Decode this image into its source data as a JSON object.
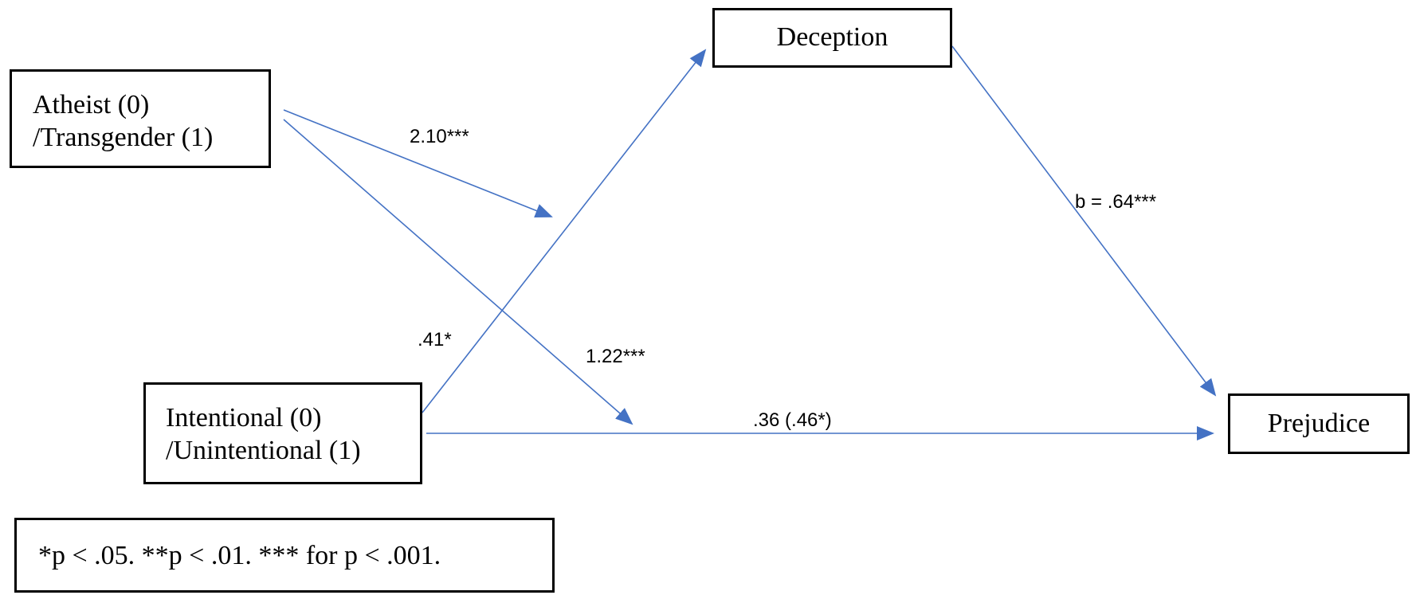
{
  "colors": {
    "arrow": "#4472C4",
    "box_border": "#000000",
    "text": "#000000",
    "background": "#FFFFFF"
  },
  "nodes": {
    "atheist_transgender": {
      "line1": "Atheist (0)",
      "line2": "/Transgender (1)"
    },
    "intentional_unintentional": {
      "line1": "Intentional (0)",
      "line2": "/Unintentional (1)"
    },
    "deception": {
      "label": "Deception"
    },
    "prejudice": {
      "label": "Prejudice"
    }
  },
  "paths": {
    "atheist_to_deception_path": "2.10***",
    "atheist_to_direct_path": "1.22***",
    "intentional_to_deception": ".41*",
    "deception_to_prejudice": "b = .64***",
    "intentional_to_prejudice": ".36 (.46*)"
  },
  "footnote": "*p < .05. **p < .01. *** for p < .001."
}
